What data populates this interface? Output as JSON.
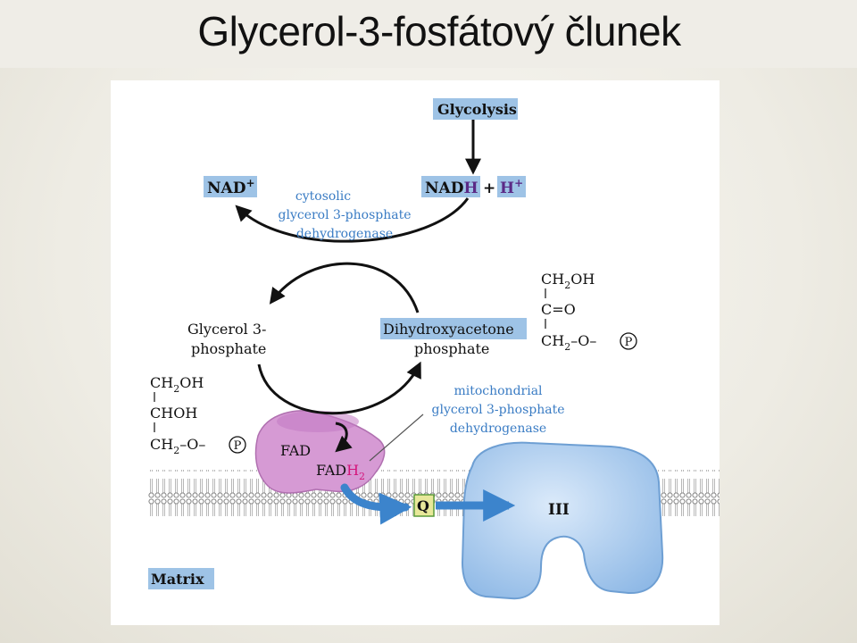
{
  "slide": {
    "title": "Glycerol-3-fosfátový člunek"
  },
  "diagram": {
    "glycolysis": "Glycolysis",
    "nad": "NAD",
    "nad_sup": "+",
    "nadh_a": "NAD",
    "nadh_b": "H",
    "plus": "+",
    "h": "H",
    "h_sup": "+",
    "cyto_enzyme": [
      "cytosolic",
      "glycerol 3-phosphate",
      "dehydrogenase"
    ],
    "g3p": [
      "Glycerol 3-",
      "phosphate"
    ],
    "dhap": [
      "Dihydroxyacetone",
      "phosphate"
    ],
    "dhap_struct": {
      "l1a": "CH",
      "l1s": "2",
      "l1b": "OH",
      "l2": "C=O",
      "l3a": "CH",
      "l3s": "2",
      "l3b": "–O–",
      "p": "P"
    },
    "g3p_struct": {
      "l1a": "CH",
      "l1s": "2",
      "l1b": "OH",
      "l2": "CHOH",
      "l3a": "CH",
      "l3s": "2",
      "l3b": "–O–",
      "p": "P"
    },
    "mito_enzyme": [
      "mitochondrial",
      "glycerol 3-phosphate",
      "dehydrogenase"
    ],
    "fad": "FAD",
    "fadh2_a": "FAD",
    "fadh2_b": "H",
    "fadh2_sub": "2",
    "q": "Q",
    "complex3": "III",
    "matrix": "Matrix"
  },
  "colors": {
    "label_bg": "#9ec3e6",
    "enzyme_text": "#3a7cc4",
    "magenta": "#d4147a",
    "purple": "#5b2a86",
    "protein_pink": "#d49ad0",
    "complex_blue": "#b4d4f2",
    "q_bg": "#e8e89a"
  }
}
